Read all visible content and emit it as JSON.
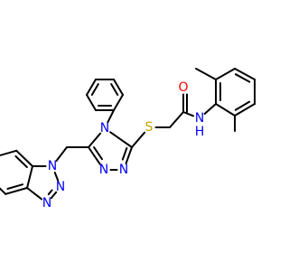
{
  "molecule": {
    "atoms": [
      {
        "id": "S1",
        "text": "S",
        "color": "#c8a000"
      },
      {
        "id": "O1",
        "text": "O",
        "color": "#ff0000"
      },
      {
        "id": "N_amide",
        "text": "N",
        "color": "#0000ff"
      },
      {
        "id": "H_amide",
        "text": "H",
        "color": "#0000ff"
      },
      {
        "id": "N4",
        "text": "N",
        "color": "#0000ff"
      },
      {
        "id": "N1",
        "text": "N",
        "color": "#0000ff"
      },
      {
        "id": "N2",
        "text": "N",
        "color": "#0000ff"
      },
      {
        "id": "Nb1",
        "text": "N",
        "color": "#0000ff"
      },
      {
        "id": "Nb2",
        "text": "N",
        "color": "#0000ff"
      },
      {
        "id": "Nb3",
        "text": "N",
        "color": "#0000ff"
      }
    ],
    "bond_color": "#000000"
  }
}
